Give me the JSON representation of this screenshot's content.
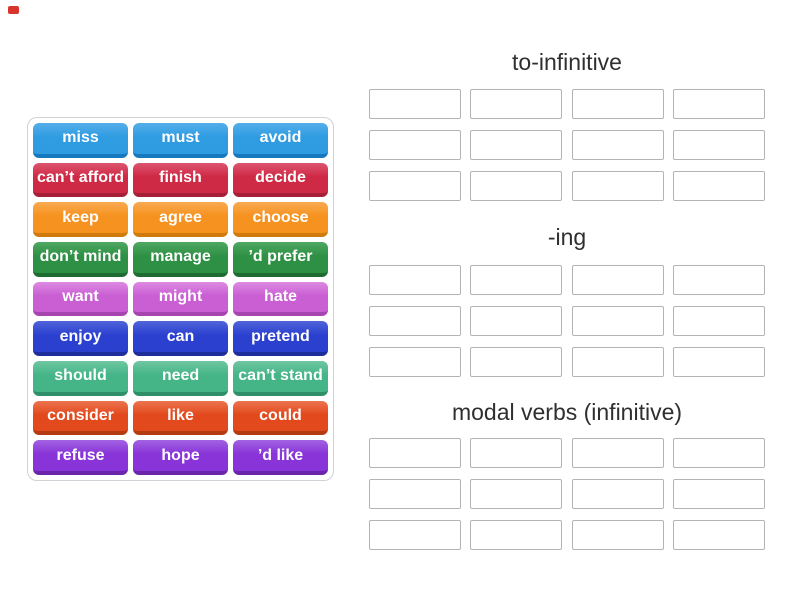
{
  "decor": {
    "red_marker_color": "#d9342b"
  },
  "word_bank": {
    "tiles": [
      {
        "label": "miss",
        "bg": "#2f9ce2",
        "hi": "#54aee9",
        "edge": "#1779bd"
      },
      {
        "label": "must",
        "bg": "#2f9ce2",
        "hi": "#54aee9",
        "edge": "#1779bd"
      },
      {
        "label": "avoid",
        "bg": "#2f9ce2",
        "hi": "#54aee9",
        "edge": "#1779bd"
      },
      {
        "label": "can’t afford",
        "bg": "#cf2a45",
        "hi": "#dd5570",
        "edge": "#a51f36"
      },
      {
        "label": "finish",
        "bg": "#cf2a45",
        "hi": "#dd5570",
        "edge": "#a51f36"
      },
      {
        "label": "decide",
        "bg": "#cf2a45",
        "hi": "#dd5570",
        "edge": "#a51f36"
      },
      {
        "label": "keep",
        "bg": "#f6921f",
        "hi": "#f8ab52",
        "edge": "#cf7a0d"
      },
      {
        "label": "agree",
        "bg": "#f6921f",
        "hi": "#f8ab52",
        "edge": "#cf7a0d"
      },
      {
        "label": "choose",
        "bg": "#f6921f",
        "hi": "#f8ab52",
        "edge": "#cf7a0d"
      },
      {
        "label": "don’t mind",
        "bg": "#2e9045",
        "hi": "#4fa862",
        "edge": "#1f6c32"
      },
      {
        "label": "manage",
        "bg": "#2e9045",
        "hi": "#4fa862",
        "edge": "#1f6c32"
      },
      {
        "label": "’d prefer",
        "bg": "#2e9045",
        "hi": "#4fa862",
        "edge": "#1f6c32"
      },
      {
        "label": "want",
        "bg": "#ca5fd3",
        "hi": "#dd8ae2",
        "edge": "#a645af"
      },
      {
        "label": "might",
        "bg": "#ca5fd3",
        "hi": "#dd8ae2",
        "edge": "#a645af"
      },
      {
        "label": "hate",
        "bg": "#ca5fd3",
        "hi": "#dd8ae2",
        "edge": "#a645af"
      },
      {
        "label": "enjoy",
        "bg": "#2b40cf",
        "hi": "#5064da",
        "edge": "#1e2d9c"
      },
      {
        "label": "can",
        "bg": "#2b40cf",
        "hi": "#5064da",
        "edge": "#1e2d9c"
      },
      {
        "label": "pretend",
        "bg": "#2b40cf",
        "hi": "#5064da",
        "edge": "#1e2d9c"
      },
      {
        "label": "should",
        "bg": "#45b587",
        "hi": "#6fc7a2",
        "edge": "#2e8f68"
      },
      {
        "label": "need",
        "bg": "#45b587",
        "hi": "#6fc7a2",
        "edge": "#2e8f68"
      },
      {
        "label": "can’t stand",
        "bg": "#45b587",
        "hi": "#6fc7a2",
        "edge": "#2e8f68"
      },
      {
        "label": "consider",
        "bg": "#e24a1e",
        "hi": "#ec7450",
        "edge": "#b43a12"
      },
      {
        "label": "like",
        "bg": "#e24a1e",
        "hi": "#ec7450",
        "edge": "#b43a12"
      },
      {
        "label": "could",
        "bg": "#e24a1e",
        "hi": "#ec7450",
        "edge": "#b43a12"
      },
      {
        "label": "refuse",
        "bg": "#8834d8",
        "hi": "#a362e2",
        "edge": "#6a25ab"
      },
      {
        "label": "hope",
        "bg": "#8834d8",
        "hi": "#a362e2",
        "edge": "#6a25ab"
      },
      {
        "label": "’d like",
        "bg": "#8834d8",
        "hi": "#a362e2",
        "edge": "#6a25ab"
      }
    ]
  },
  "categories": [
    {
      "title": "to-infinitive",
      "slot_count": 12
    },
    {
      "title": "-ing",
      "slot_count": 12
    },
    {
      "title": "modal verbs (infinitive)",
      "slot_count": 12
    }
  ]
}
